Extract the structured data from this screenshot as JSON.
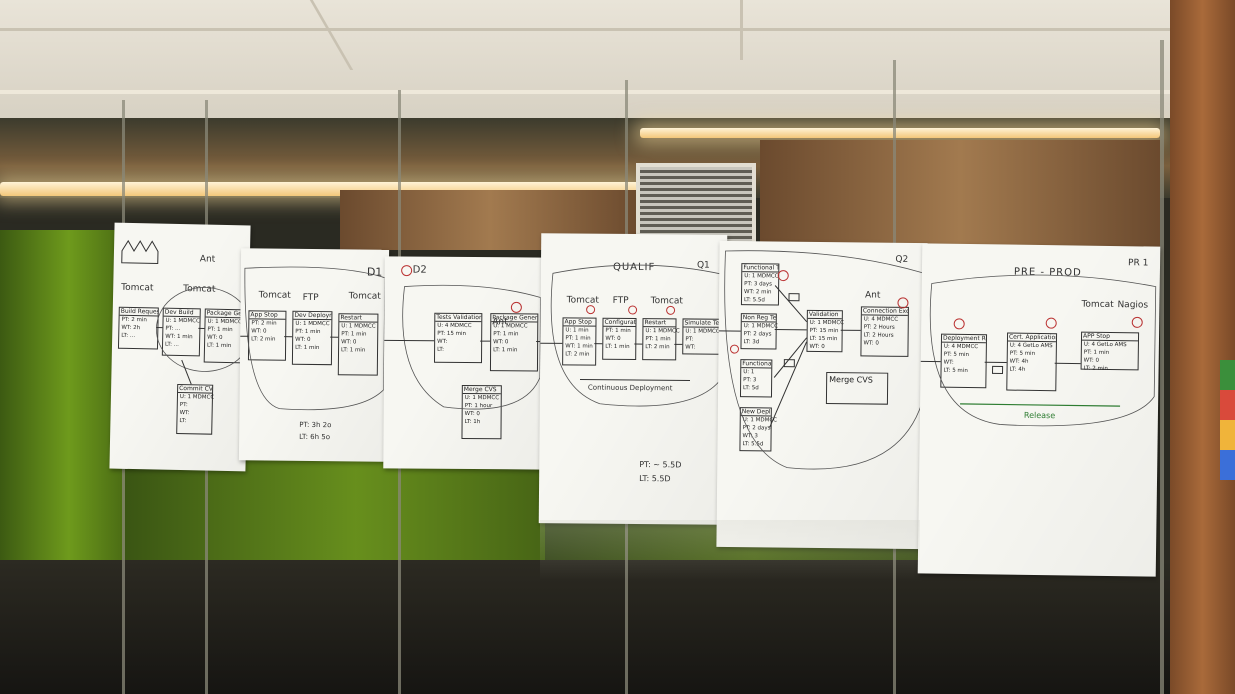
{
  "sheets": [
    {
      "title": "",
      "labels": [
        "Ant",
        "Tomcat",
        "Tomcat"
      ],
      "boxes": [
        {
          "hd": "Build Request",
          "lines": [
            "PT: 2 min",
            "WT: 2h",
            "LT: ..."
          ]
        },
        {
          "hd": "Dev Build",
          "lines": [
            "U: 1 MDMCC",
            "PT: ...",
            "WT: 1 min",
            "LT: ..."
          ]
        },
        {
          "hd": "Package Generation",
          "lines": [
            "U: 1 MDMCC",
            "PT: 1 min",
            "WT: 0",
            "LT: 1 min"
          ]
        },
        {
          "hd": "Commit CVS",
          "lines": [
            "U: 1 MDMCC",
            "PT:",
            "WT:",
            "LT:"
          ]
        }
      ]
    },
    {
      "title": "D1",
      "labels": [
        "Tomcat",
        "FTP",
        "Tomcat"
      ],
      "boxes": [
        {
          "hd": "App Stop",
          "lines": [
            "PT: 2 min",
            "WT: 0",
            "LT: 2 min"
          ]
        },
        {
          "hd": "Dev Deployment",
          "lines": [
            "U: 1 MDMCC",
            "PT: 1 min",
            "WT: 0",
            "LT: 1 min"
          ]
        },
        {
          "hd": "Restart",
          "lines": [
            "U: 1 MDMCC",
            "PT: 1 min",
            "WT: 0",
            "LT: 1 min"
          ]
        }
      ],
      "footer": [
        "PT: 3h 2o",
        "LT: 6h 5o"
      ]
    },
    {
      "title": "D2",
      "labels": [
        "Ant"
      ],
      "boxes": [
        {
          "hd": "Tests Validation",
          "lines": [
            "U: 4 MDMCC",
            "PT: 15 min",
            "WT:",
            "LT:"
          ]
        },
        {
          "hd": "Package Generation",
          "lines": [
            "U: 1 MDMCC",
            "PT: 1 min",
            "WT: 0",
            "LT: 1 min"
          ]
        },
        {
          "hd": "Merge CVS",
          "lines": [
            "U: 1 MDMCC",
            "PT: 1 hour",
            "WT: 0",
            "LT: 1h"
          ]
        }
      ]
    },
    {
      "title": "QUALIF",
      "labels": [
        "Q1",
        "Tomcat",
        "FTP",
        "Tomcat"
      ],
      "boxes": [
        {
          "hd": "App Stop",
          "lines": [
            "U: 1 min",
            "PT: 1 min",
            "WT: 1 min",
            "LT: 2 min"
          ]
        },
        {
          "hd": "Configuration",
          "lines": [
            "PT: 1 min",
            "WT: 0",
            "LT: 1 min"
          ]
        },
        {
          "hd": "Restart",
          "lines": [
            "U: 1 MDMCC",
            "PT: 1 min",
            "LT: 2 min"
          ]
        },
        {
          "hd": "Simulate Tests",
          "lines": [
            "U: 1 MDMCC",
            "PT:",
            "WT:"
          ]
        }
      ],
      "sublabel": "Continuous Deployment",
      "footer": [
        "PT: ~ 5.5D",
        "LT: 5.5D"
      ]
    },
    {
      "title": "Q2",
      "labels": [
        "Ant"
      ],
      "boxes": [
        {
          "hd": "Functional Tests",
          "lines": [
            "U: 1 MDMCC",
            "PT: 3 days",
            "WT: 2 min",
            "LT: 5.5d"
          ]
        },
        {
          "hd": "Non Reg Tests",
          "lines": [
            "U: 1 MDMCC",
            "PT: 2 days",
            "LT: 3d"
          ]
        },
        {
          "hd": "Validation",
          "lines": [
            "U: 1 MDMCC",
            "PT: 15 min",
            "LT: 15 min",
            "WT: 0"
          ]
        },
        {
          "hd": "Connection Exchange",
          "lines": [
            "U: 4 MDMCC",
            "PT: 2 Hours",
            "LT: 2 Hours",
            "WT: 0"
          ]
        },
        {
          "hd": "Functional Tests",
          "lines": [
            "U: 1",
            "PT: 3",
            "LT: 5d"
          ]
        },
        {
          "hd": "New Deployment Tests",
          "lines": [
            "U: 1 MDMCC",
            "PT: 2 days",
            "WT: 3",
            "LT: 5.5d"
          ]
        }
      ],
      "note": "Merge CVS"
    },
    {
      "title": "PRE - PROD",
      "labels": [
        "PR 1",
        "Tomcat",
        "Nagios"
      ],
      "boxes": [
        {
          "hd": "Deployment Request",
          "lines": [
            "U: 4 MDMCC",
            "PT: 5 min",
            "WT:",
            "LT: 5 min"
          ]
        },
        {
          "hd": "Cert. Application",
          "lines": [
            "U: 4 GetLo AMS",
            "PT: 5 min",
            "WT: 4h",
            "LT: 4h"
          ]
        },
        {
          "hd": "APP Stop",
          "lines": [
            "U: 4 GetLo AMS",
            "PT: 1 min",
            "WT: 0",
            "LT: 2 min"
          ]
        }
      ],
      "sublabel": "Release"
    }
  ]
}
